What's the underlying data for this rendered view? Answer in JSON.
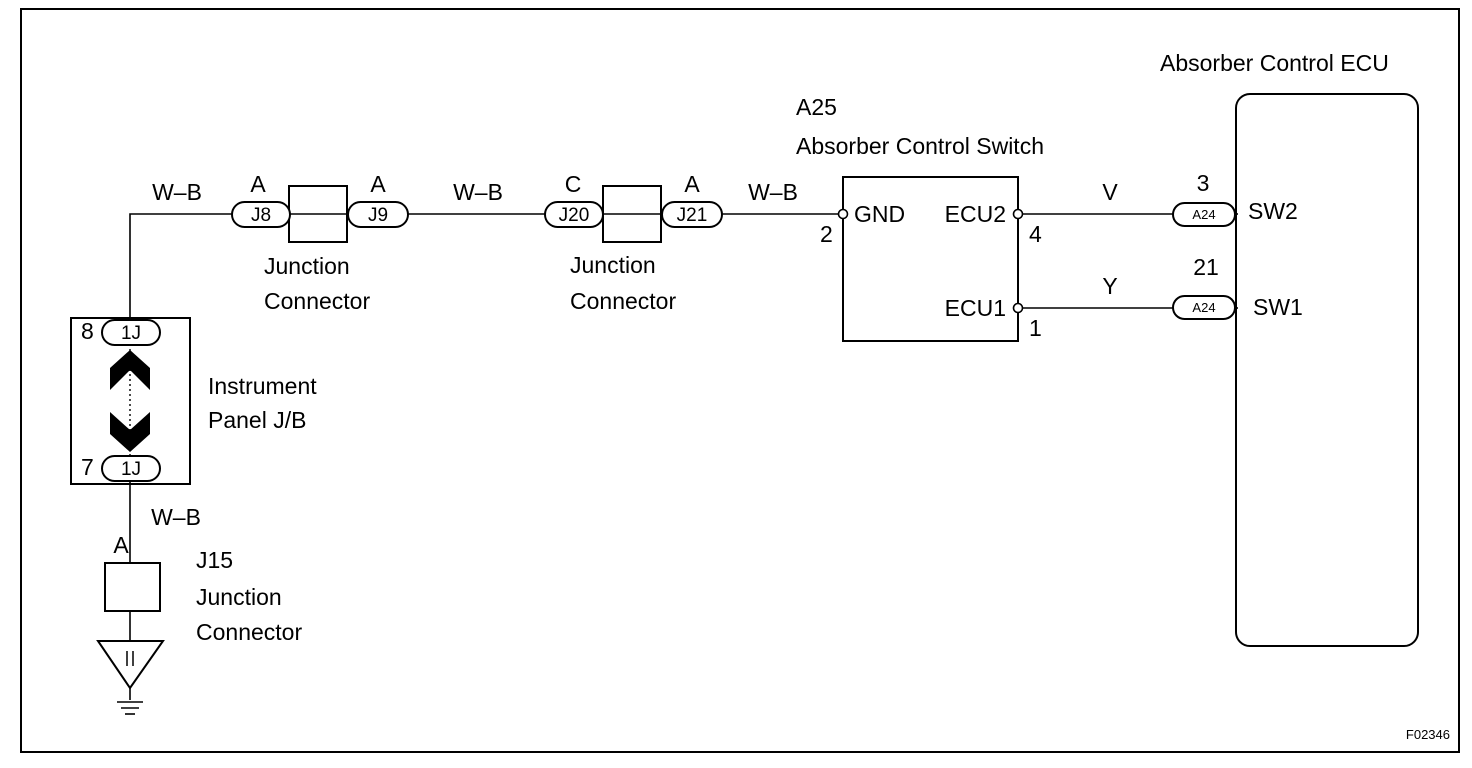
{
  "ecu": {
    "title": "Absorber Control ECU",
    "sw2": "SW2",
    "sw1": "SW1"
  },
  "switch": {
    "code": "A25",
    "name": "Absorber Control Switch",
    "gnd": "GND",
    "ecu2": "ECU2",
    "ecu1": "ECU1",
    "pin_gnd": "2",
    "pin_ecu2": "4",
    "pin_ecu1": "1"
  },
  "wires": {
    "wb1": "W–B",
    "wb2": "W–B",
    "wb3": "W–B",
    "wb4": "W–B",
    "v": "V",
    "y": "Y"
  },
  "connectors": {
    "j8": {
      "code": "J8",
      "side": "A"
    },
    "j9": {
      "code": "J9",
      "side": "A"
    },
    "j20": {
      "code": "J20",
      "side": "C"
    },
    "j21": {
      "code": "J21",
      "side": "A"
    },
    "a24_top": {
      "code": "A24",
      "pin": "3"
    },
    "a24_bottom": {
      "code": "A24",
      "pin": "21"
    },
    "ij_top": {
      "code": "1J",
      "pin": "8"
    },
    "ij_bottom": {
      "code": "1J",
      "pin": "7"
    }
  },
  "jc1": {
    "line1": "Junction",
    "line2": "Connector"
  },
  "jc2": {
    "line1": "Junction",
    "line2": "Connector"
  },
  "jb": {
    "line1": "Instrument",
    "line2": "Panel J/B"
  },
  "j15": {
    "code": "J15",
    "line1": "Junction",
    "line2": "Connector",
    "side": "A"
  },
  "figure_code": "F02346"
}
